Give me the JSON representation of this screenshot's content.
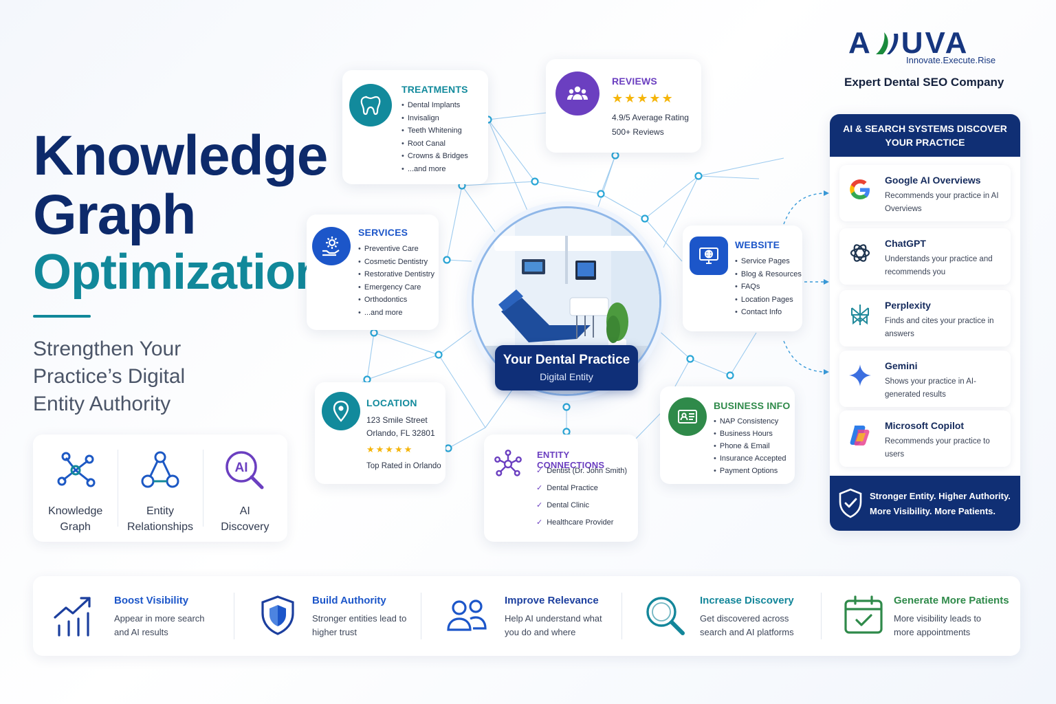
{
  "hero": {
    "line1": "Knowledge",
    "line2": "Graph",
    "line3": "Optimization",
    "sub1": "Strengthen Your",
    "sub2": "Practice’s Digital",
    "sub3": "Entity Authority"
  },
  "features": [
    {
      "line1": "Knowledge",
      "line2": "Graph",
      "icon": "network-nodes-icon"
    },
    {
      "line1": "Entity",
      "line2": "Relationships",
      "icon": "entity-hierarchy-icon"
    },
    {
      "line1": "AI",
      "line2": "Discovery",
      "icon": "ai-search-icon",
      "icon_text": "AI"
    }
  ],
  "cards": {
    "treatments": {
      "title": "TREATMENTS",
      "items": [
        "Dental Implants",
        "Invisalign",
        "Teeth Whitening",
        "Root Canal",
        "Crowns & Bridges",
        "...and more"
      ],
      "icon": "tooth-icon"
    },
    "reviews": {
      "title": "REVIEWS",
      "stars": "★★★★★",
      "rating": "4.9/5 Average Rating",
      "count": "500+ Reviews",
      "icon": "people-group-icon"
    },
    "services": {
      "title": "SERVICES",
      "items": [
        "Preventive Care",
        "Cosmetic Dentistry",
        "Restorative Dentistry",
        "Emergency Care",
        "Orthodontics",
        "...and more"
      ],
      "icon": "gear-hand-icon"
    },
    "website": {
      "title": "WEBSITE",
      "items": [
        "Service Pages",
        "Blog & Resources",
        "FAQs",
        "Location Pages",
        "Contact Info"
      ],
      "icon": "monitor-globe-icon"
    },
    "location": {
      "title": "LOCATION",
      "street": "123 Smile Street",
      "city": "Orlando, FL 32801",
      "stars": "★★★★★",
      "note": "Top Rated in Orlando",
      "icon": "map-pin-icon"
    },
    "entity": {
      "title": "ENTITY CONNECTIONS",
      "items": [
        "Dentist (Dr. John Smith)",
        "Dental Practice",
        "Dental Clinic",
        "Healthcare Provider"
      ],
      "icon": "hub-nodes-icon"
    },
    "business": {
      "title": "BUSINESS INFO",
      "items": [
        "NAP Consistency",
        "Business Hours",
        "Phone & Email",
        "Insurance Accepted",
        "Payment Options"
      ],
      "icon": "id-card-icon"
    }
  },
  "center": {
    "title": "Your Dental Practice",
    "subtitle": "Digital Entity"
  },
  "brand": {
    "name_left": "A",
    "name_right": "UVA",
    "tagline": "Innovate.Execute.Rise",
    "subtitle": "Expert Dental SEO Company"
  },
  "ai_panel": {
    "heading1": "AI & SEARCH SYSTEMS DISCOVER",
    "heading2": "YOUR PRACTICE",
    "items": [
      {
        "name": "Google AI Overviews",
        "desc": "Recommends your practice in AI Overviews",
        "icon": "google-g-icon"
      },
      {
        "name": "ChatGPT",
        "desc": "Understands your practice and recommends you",
        "icon": "chatgpt-knot-icon"
      },
      {
        "name": "Perplexity",
        "desc": "Finds and cites your practice in answers",
        "icon": "perplexity-icon"
      },
      {
        "name": "Gemini",
        "desc": "Shows your practice in AI-generated results",
        "icon": "gemini-sparkle-icon"
      },
      {
        "name": "Microsoft Copilot",
        "desc": "Recommends your practice to users",
        "icon": "copilot-icon"
      }
    ],
    "footer1": "Stronger Entity. Higher Authority.",
    "footer2": "More Visibility. More Patients.",
    "footer_icon": "shield-check-icon"
  },
  "benefits": [
    {
      "title": "Boost Visibility",
      "desc": "Appear in more search and AI results",
      "icon": "growth-chart-icon",
      "color": "#1c56c9"
    },
    {
      "title": "Build Authority",
      "desc": "Stronger entities lead to higher trust",
      "icon": "shield-icon",
      "color": "#1c56c9"
    },
    {
      "title": "Improve Relevance",
      "desc": "Help AI understand what you do and where",
      "icon": "users-icon",
      "color": "#1c3f9e"
    },
    {
      "title": "Increase Discovery",
      "desc": "Get discovered across search and AI platforms",
      "icon": "magnifier-icon",
      "color": "#13869a"
    },
    {
      "title": "Generate More Patients",
      "desc": "More visibility leads to more appointments",
      "icon": "calendar-check-icon",
      "color": "#2f8a4a"
    }
  ],
  "colors": {
    "navy": "#0d2a6b",
    "teal": "#11889a",
    "blue": "#1c56c9",
    "purple": "#6b3fc0",
    "green": "#2f8a4a"
  }
}
